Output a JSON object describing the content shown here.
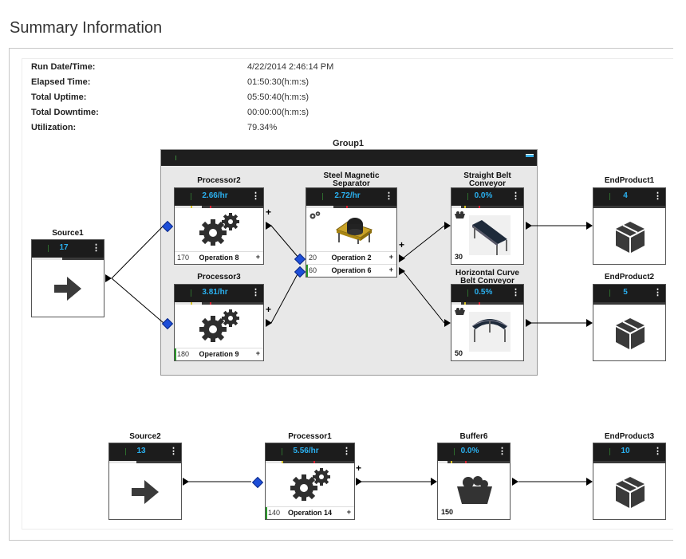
{
  "page": {
    "title": "Summary Information"
  },
  "summary": [
    {
      "label": "Run Date/Time:",
      "value": "4/22/2014 2:46:14 PM"
    },
    {
      "label": "Elapsed Time:",
      "value": "01:50:30(h:m:s)"
    },
    {
      "label": "Total Uptime:",
      "value": "05:50:40(h:m:s)"
    },
    {
      "label": "Total Downtime:",
      "value": "00:00:00(h:m:s)"
    },
    {
      "label": "Utilization:",
      "value": "79.34%"
    }
  ],
  "group": {
    "title": "Group1"
  },
  "nodes": {
    "source1": {
      "title": "Source1",
      "value": "17"
    },
    "source2": {
      "title": "Source2",
      "value": "13"
    },
    "processor2": {
      "title": "Processor2",
      "value": "2.66/hr",
      "count": "170",
      "operation": "Operation 8",
      "plus": "+"
    },
    "processor3": {
      "title": "Processor3",
      "value": "3.81/hr",
      "count": "180",
      "operation": "Operation 9",
      "plus": "+"
    },
    "separator": {
      "title": "Steel Magnetic Separator",
      "value": "2.72/hr",
      "count1": "20",
      "operation1": "Operation 2",
      "count2": "60",
      "operation2": "Operation 6",
      "plus": "+"
    },
    "straight": {
      "title": "Straight Belt Conveyor",
      "value": "0.0%",
      "count": "30"
    },
    "curve": {
      "title": "Horizontal Curve Belt Conveyor",
      "value": "0.5%",
      "count": "50"
    },
    "end1": {
      "title": "EndProduct1",
      "value": "4"
    },
    "end2": {
      "title": "EndProduct2",
      "value": "5"
    },
    "processor1": {
      "title": "Processor1",
      "value": "5.56/hr",
      "count": "140",
      "operation": "Operation 14",
      "plus": "+"
    },
    "buffer6": {
      "title": "Buffer6",
      "value": "0.0%",
      "count": "150"
    },
    "end3": {
      "title": "EndProduct3",
      "value": "10"
    }
  },
  "menu_glyph": "⋮",
  "colors": {
    "value_text": "#2ab0ef",
    "header_bg": "#1c1c1c",
    "input_port": "#1d4ed8"
  }
}
